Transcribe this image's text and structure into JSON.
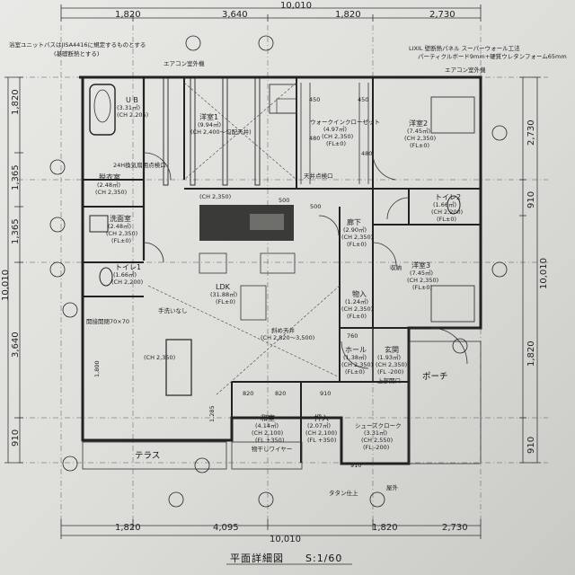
{
  "dims": {
    "top_total": "10,010",
    "top": [
      "1,820",
      "3,640",
      "1,820",
      "2,730"
    ],
    "bottom_total": "10,010",
    "bottom": [
      "1,820",
      "4,095",
      "1,820",
      "2,730"
    ],
    "left_total": "10,010",
    "left": [
      "1,820",
      "1,365",
      "1,365",
      "3,640",
      "910"
    ],
    "right_total": "10,010",
    "right": [
      "2,730",
      "910",
      "1,820",
      "910"
    ],
    "inner_labels": [
      "450",
      "450",
      "480",
      "480",
      "500",
      "500",
      "820",
      "820",
      "910",
      "910",
      "760",
      "1,800",
      "1,285"
    ]
  },
  "rooms": {
    "ub": {
      "name": "U B",
      "area": "(3.31㎡)",
      "ch": "(CH 2,205)"
    },
    "shitsu1": {
      "name": "洋室1",
      "area": "(9.94㎡)",
      "ch": "(CH 2,400～勾配天井)"
    },
    "walkin": {
      "name": "ウォークインクローゼット",
      "area": "(4.97㎡)",
      "ch": "(CH 2,350)",
      "fl": "(FL±0)"
    },
    "shitsu2": {
      "name": "洋室2",
      "area": "(7.45㎡)",
      "ch": "(CH 2,350)",
      "fl": "(FL±0)"
    },
    "datsui": {
      "name": "脱衣室",
      "area": "(2.48㎡)",
      "ch": "(CH 2,350)"
    },
    "senmen": {
      "name": "洗面室",
      "area": "(2.48㎡)",
      "ch": "(CH 2,350)",
      "fl": "(FL±0)"
    },
    "toilet1": {
      "name": "トイレ1",
      "area": "(1.66㎡)",
      "ch": "(CH 2,200)"
    },
    "rouka": {
      "name": "廊下",
      "area": "(2.90㎡)",
      "ch": "(CH 2,350)",
      "fl": "(FL±0)"
    },
    "toilet2": {
      "name": "トイレ2",
      "area": "(1.66㎡)",
      "ch": "(CH 2,200)",
      "fl": "(FL±0)"
    },
    "shitsu3": {
      "name": "洋室3",
      "area": "(7.45㎡)",
      "ch": "(CH 2,350)",
      "fl": "(FL±0)"
    },
    "monoire": {
      "name": "物入",
      "area": "(1.24㎡)",
      "ch": "(CH 2,350)",
      "fl": "(FL±0)"
    },
    "ldk": {
      "name": "LDK",
      "area": "(31.88㎡)",
      "fl": "(FL±0)"
    },
    "hall": {
      "name": "ホール",
      "area": "(1.38㎡)",
      "ch": "(CH 2,350)",
      "fl": "(FL±0)"
    },
    "genkan": {
      "name": "玄関",
      "area": "(1.93㎡)",
      "ch": "(CH 2,350)",
      "fl": "(FL -200)"
    },
    "washitsu": {
      "name": "和室",
      "area": "(4.14㎡)",
      "ch": "(CH 2,100)",
      "fl": "(FL +350)"
    },
    "oshiire": {
      "name": "押入",
      "area": "(2.07㎡)",
      "ch": "(CH 2,100)",
      "fl": "(FL +350)"
    },
    "shoes": {
      "name": "シューズクローク",
      "area": "(3.31㎡)",
      "ch": "(CH 2,550)",
      "fl": "(FL -200)"
    },
    "porch": {
      "name": "ポーチ"
    },
    "terrace": {
      "name": "テラス"
    }
  },
  "notes": {
    "bath_note1": "浴室ユニットバスはJISA4416に規定するものとする",
    "bath_note2": "(基礎断熱とする)",
    "wall_spec1": "LIXIL 壁断熱パネル スーパーウォール工法",
    "wall_spec2": "パーティクルボード9mm+硬質ウレタンフォーム65mm",
    "vent": "24H換気扇用点検口",
    "dining_ch": "(CH 2,350)",
    "living_ch": "(CH 2,350)",
    "slope_ceiling": "斜め天井",
    "slope_ch": "(CH 2,820～3,500)",
    "opening": "開接開閉70×70",
    "handwash": "手洗いなし",
    "stairs_access": "上部開口",
    "kura": "物干しワイヤー",
    "genkan_tile": "タタン仕上",
    "out_door": "屋外",
    "spec_left": "エアコン室外機",
    "spec_right": "エアコン室外機",
    "ceiling_check": "天井点検口",
    "shuno": "収納"
  },
  "title": "平面詳細図",
  "scale": "S:1/60"
}
